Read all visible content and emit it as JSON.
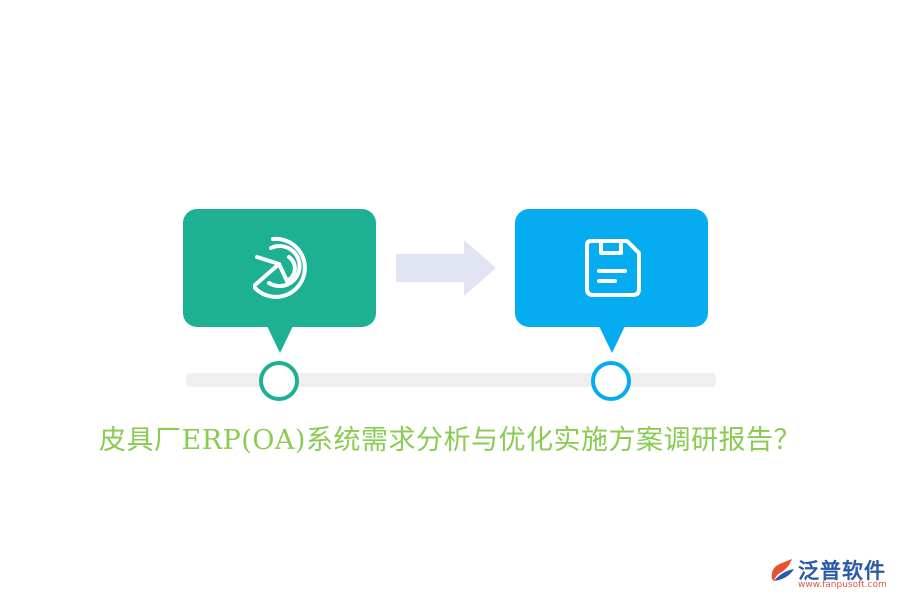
{
  "diagram": {
    "steps": [
      {
        "icon": "pie-chart-icon",
        "color": "#1db092"
      },
      {
        "icon": "floppy-disk-icon",
        "color": "#05acf0"
      }
    ],
    "arrow_color": "#e1e5f3",
    "track_color": "#efefef"
  },
  "title": "皮具厂ERP(OA)系统需求分析与优化实施方案调研报告？",
  "title_color": "#8acb52",
  "logo": {
    "name": "泛普软件",
    "url": "www.fanpusoft.com"
  }
}
